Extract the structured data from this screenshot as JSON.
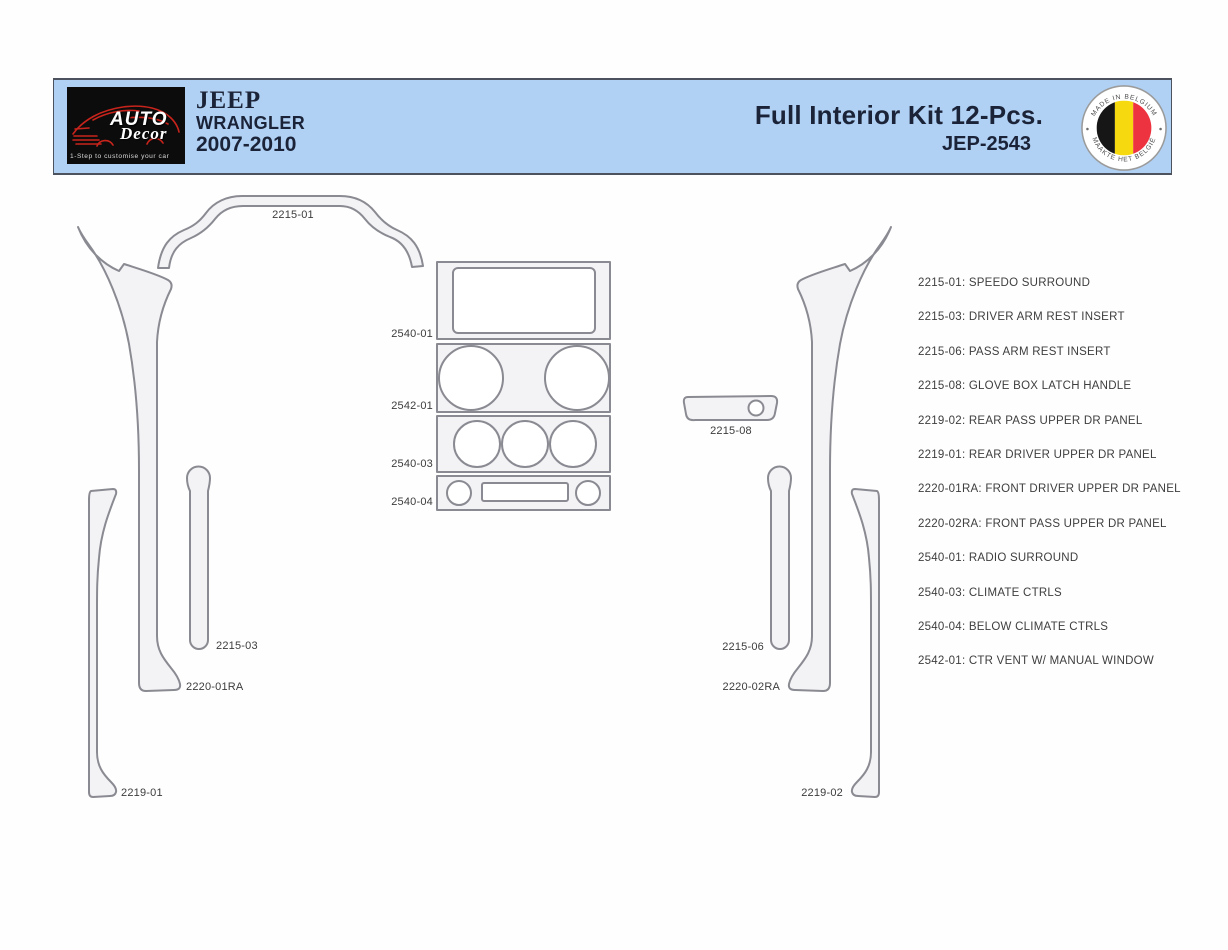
{
  "header": {
    "logo": {
      "brand": "AUTO",
      "brand_script": "Decor",
      "tagline": "1-Step to customise your car"
    },
    "vehicle": {
      "make": "JEEP",
      "model": "WRANGLER",
      "years": "2007-2010"
    },
    "kit_title": "Full Interior Kit 12-Pcs.",
    "kit_code": "JEP-2543",
    "badge": {
      "top_text": "MADE IN BELGIUM",
      "bottom_text": "MAAKTE HET BELGIË",
      "flag_colors": [
        "#161616",
        "#f6d90f",
        "#ee3340"
      ]
    },
    "colors": {
      "band_bg": "#b0d1f4",
      "text": "#1b2338",
      "logo_bg": "#0c0c0c",
      "logo_car": "#c8241c"
    }
  },
  "diagram": {
    "colors": {
      "part_fill": "#f3f3f6",
      "part_stroke": "#8a8a92",
      "label": "#3c3c3c"
    },
    "part_labels": {
      "speedo_surround": "2215-01",
      "driver_arm_rest": "2215-03",
      "pass_arm_rest": "2215-06",
      "glove_box_latch": "2215-08",
      "rear_driver_panel": "2219-01",
      "rear_pass_panel": "2219-02",
      "front_driver_panel": "2220-01RA",
      "front_pass_panel": "2220-02RA",
      "radio_surround": "2540-01",
      "climate_ctrls": "2540-03",
      "below_climate_ctrls": "2540-04",
      "ctr_vent": "2542-01"
    }
  },
  "legend": {
    "items": [
      {
        "text": "2215-01: SPEEDO SURROUND"
      },
      {
        "text": "2215-03: DRIVER ARM REST INSERT"
      },
      {
        "text": "2215-06: PASS ARM REST INSERT"
      },
      {
        "text": "2215-08: GLOVE BOX LATCH HANDLE"
      },
      {
        "text": "2219-02: REAR PASS UPPER DR PANEL"
      },
      {
        "text": "2219-01: REAR DRIVER UPPER DR PANEL"
      },
      {
        "text": "2220-01RA: FRONT DRIVER UPPER DR PANEL"
      },
      {
        "text": "2220-02RA: FRONT PASS UPPER DR PANEL"
      },
      {
        "text": "2540-01: RADIO SURROUND"
      },
      {
        "text": "2540-03: CLIMATE CTRLS"
      },
      {
        "text": "2540-04: BELOW CLIMATE CTRLS"
      },
      {
        "text": "2542-01: CTR VENT W/ MANUAL WINDOW"
      }
    ]
  }
}
